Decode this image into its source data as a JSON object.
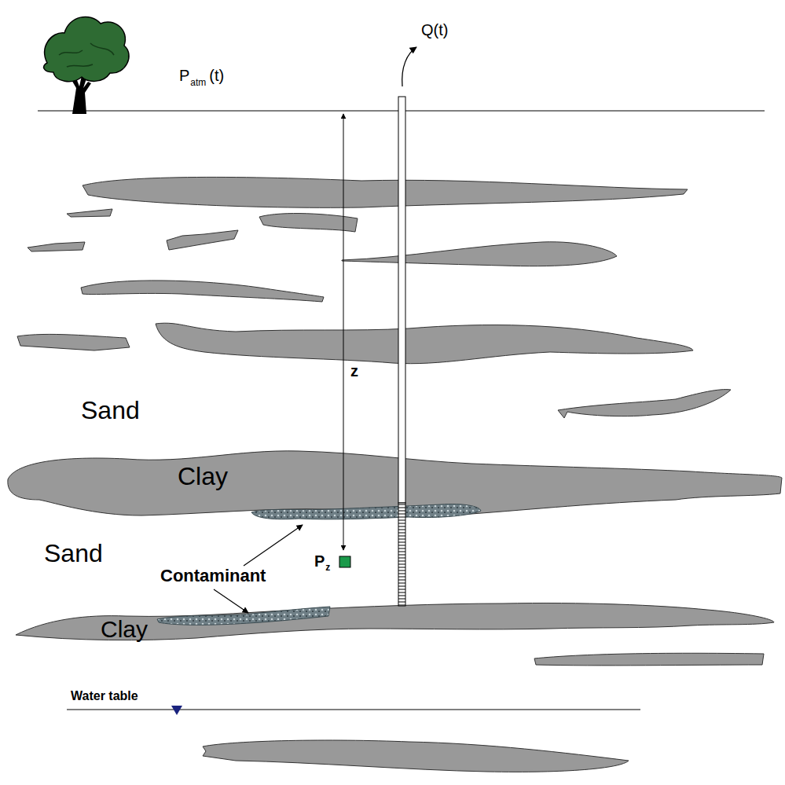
{
  "diagram": {
    "labels": [
      "Q(t)",
      "P",
      "atm",
      "(t)",
      "z",
      "Sand",
      "Clay",
      "Sand",
      "Contaminant",
      "P",
      "z",
      "Clay",
      "Water table"
    ]
  }
}
